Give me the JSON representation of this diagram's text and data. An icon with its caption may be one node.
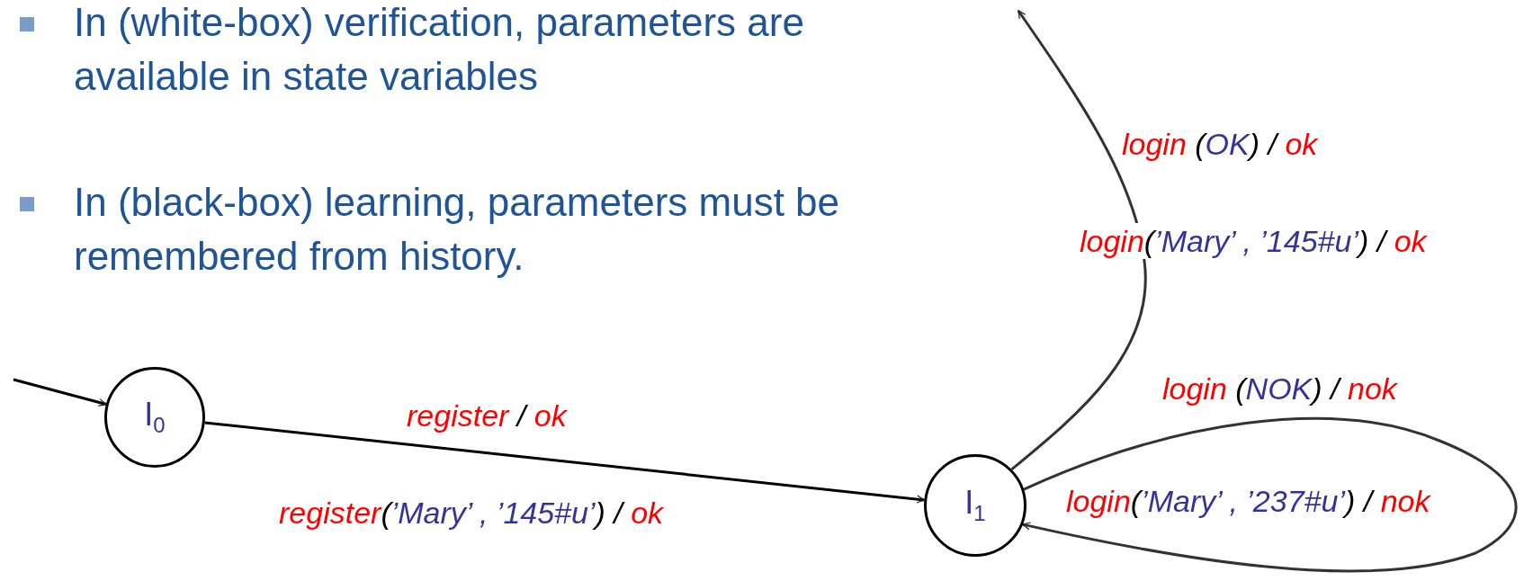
{
  "diagram": {
    "nodes": [
      {
        "text": [
          "I$_{0}$"
        ]
      },
      {
        "text": [
          "I$_{1}$"
        ]
      }
    ],
    "edges": [
      {
        "from": null,
        "to": 0,
        "arrow": "to"
      },
      {
        "from": 0,
        "to": 1,
        "arrow": "to",
        "label": "register / ok"
      },
      {
        "from": 1,
        "to": null,
        "arrow": "to",
        "label": "login (OK) / ok"
      },
      {
        "from": 1,
        "to": 1,
        "arrow": "to",
        "label": "login (NOK) / nok"
      }
    ],
    "labels": [
      "In (white-box) verification, parameters are available in state variables",
      "In (black-box) learning, parameters must be remembered from history.",
      "register(’Mary’ , ’145#u’) / ok",
      "login(’Mary’ , ’145#u’) / ok",
      "login(’Mary’ , ’237#u’) / nok"
    ]
  }
}
